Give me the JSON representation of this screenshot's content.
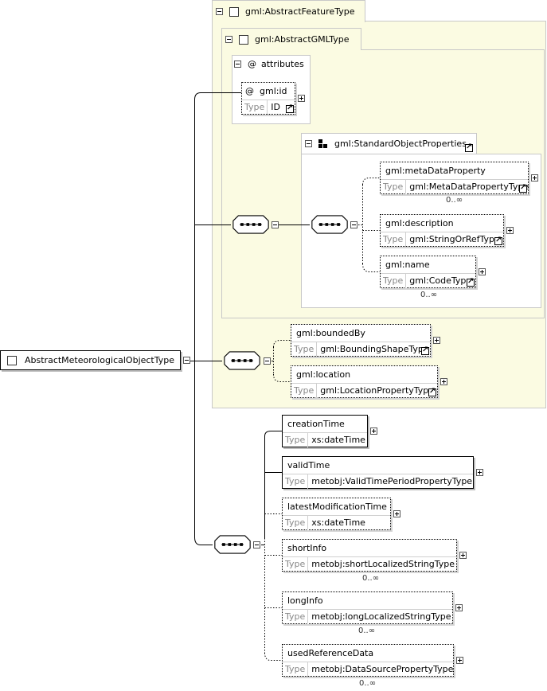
{
  "root": {
    "name": "AbstractMeteorologicalObjectType"
  },
  "panels": {
    "feature": {
      "title": "gml:AbstractFeatureType"
    },
    "gml": {
      "title": "gml:AbstractGMLType"
    },
    "attributes": {
      "title": "attributes",
      "symbol": "@"
    },
    "std": {
      "title": "gml:StandardObjectProperties"
    }
  },
  "type_label": "Type",
  "attribute": {
    "symbol": "@",
    "name": "gml:id",
    "type": "ID"
  },
  "std_elements": [
    {
      "name": "gml:metaDataProperty",
      "type": "gml:MetaDataPropertyType",
      "card": "0..∞"
    },
    {
      "name": "gml:description",
      "type": "gml:StringOrRefType",
      "card": ""
    },
    {
      "name": "gml:name",
      "type": "gml:CodeType",
      "card": "0..∞"
    }
  ],
  "feature_elements": [
    {
      "name": "gml:boundedBy",
      "type": "gml:BoundingShapeType"
    },
    {
      "name": "gml:location",
      "type": "gml:LocationPropertyType"
    }
  ],
  "own_elements": [
    {
      "name": "creationTime",
      "type": "xs:dateTime",
      "card": ""
    },
    {
      "name": "validTime",
      "type": "metobj:ValidTimePeriodPropertyType",
      "card": ""
    },
    {
      "name": "latestModificationTime",
      "type": "xs:dateTime",
      "card": ""
    },
    {
      "name": "shortInfo",
      "type": "metobj:shortLocalizedStringType",
      "card": "0..∞"
    },
    {
      "name": "longInfo",
      "type": "metobj:longLocalizedStringType",
      "card": "0..∞"
    },
    {
      "name": "usedReferenceData",
      "type": "metobj:DataSourcePropertyType",
      "card": "0..∞"
    }
  ]
}
